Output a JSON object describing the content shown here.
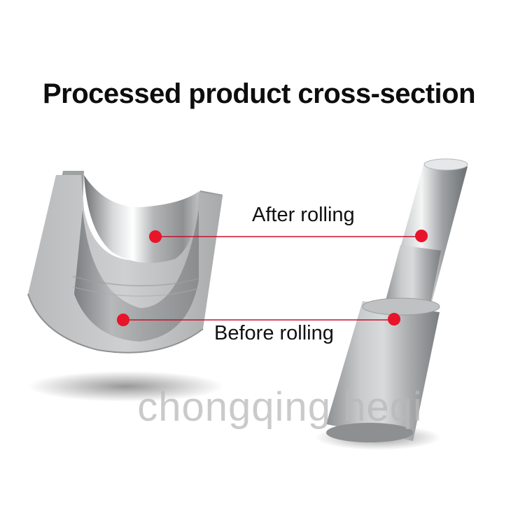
{
  "title": "Processed product cross-section",
  "labels": {
    "after": "After rolling",
    "before": "Before rolling"
  },
  "watermark": "chongqing heqi",
  "colors": {
    "marker": "#e8142a",
    "line": "#c8102e",
    "metal_light": "#e9eaeb",
    "metal_dark": "#8d8f91"
  }
}
